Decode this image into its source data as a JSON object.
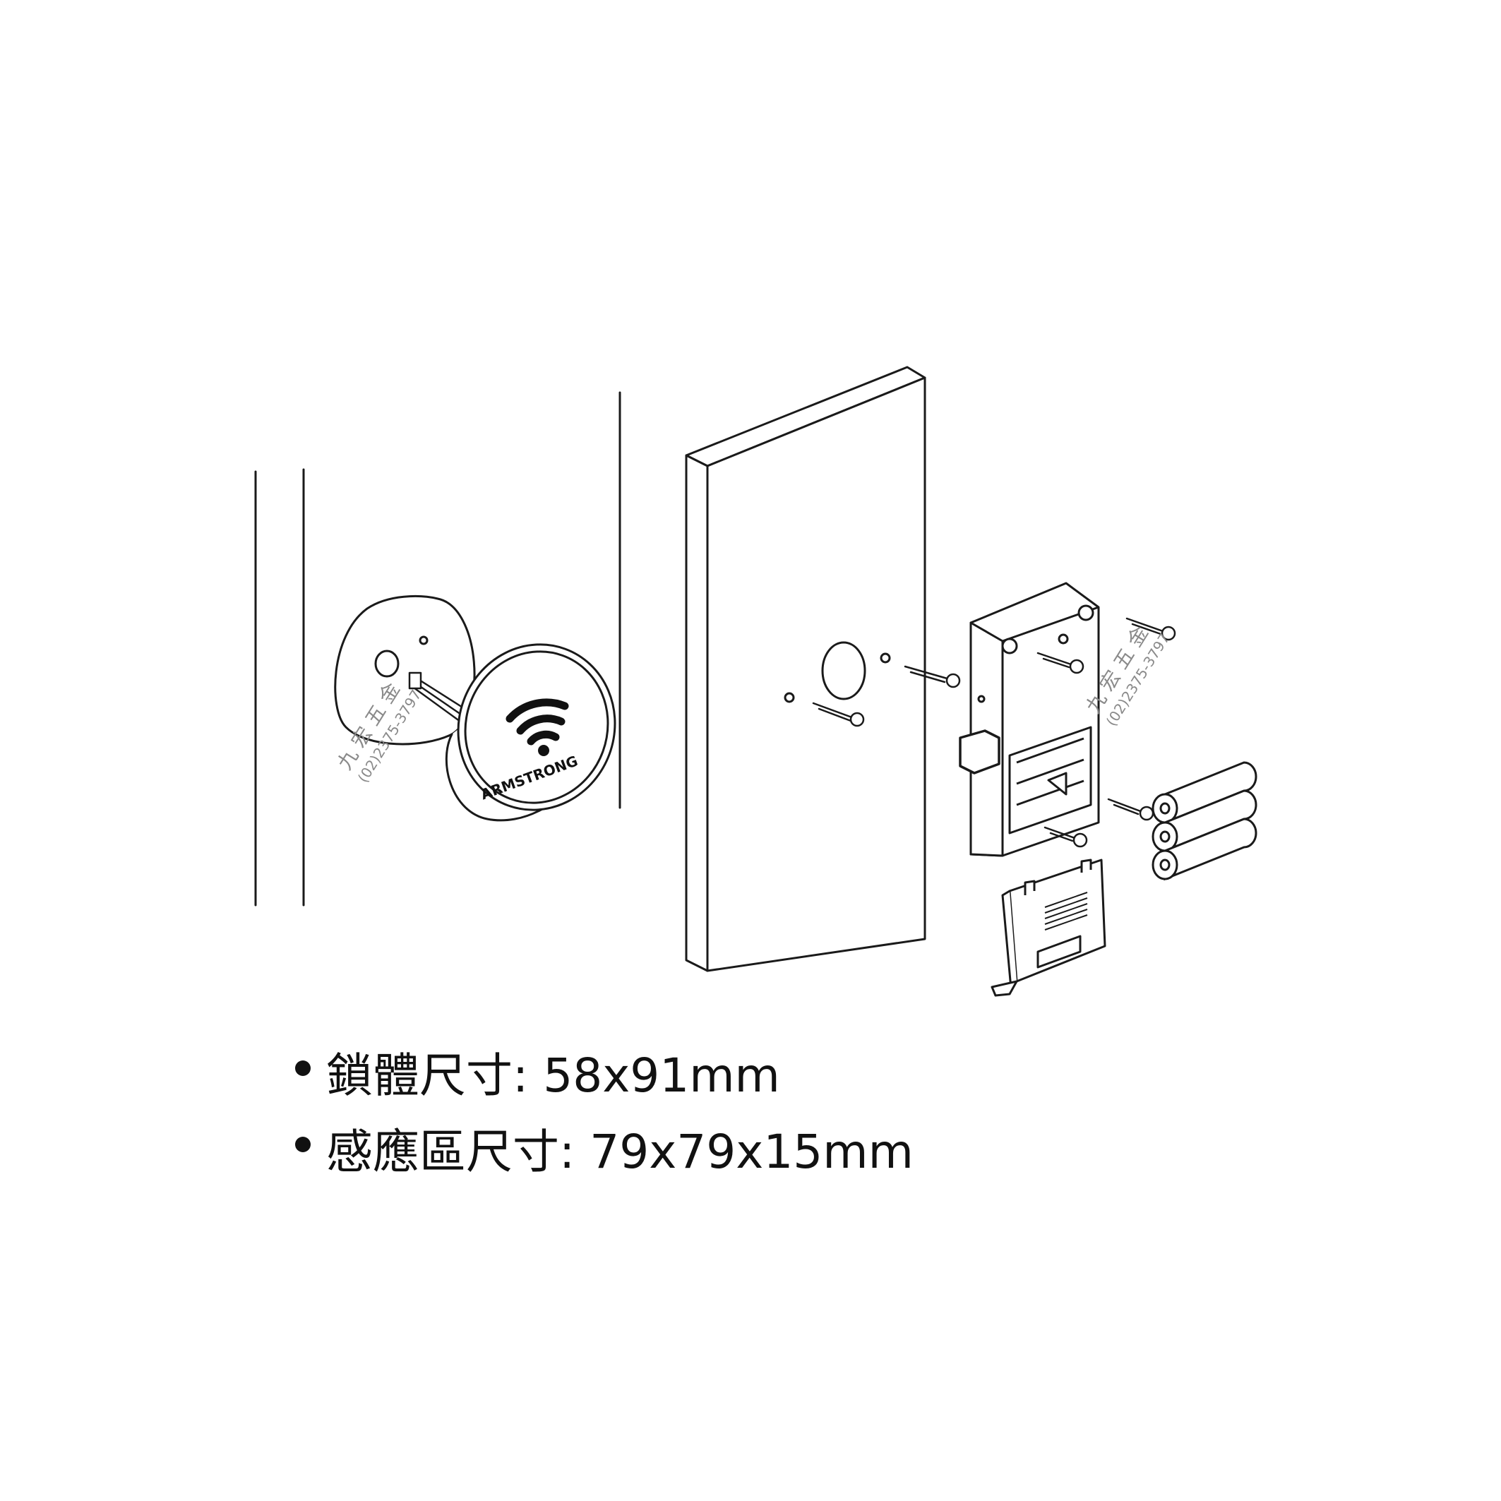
{
  "specs": [
    {
      "label": "鎖體尺寸:",
      "value": "58x91mm"
    },
    {
      "label": "感應區尺寸:",
      "value": "79x79x15mm"
    }
  ],
  "reader": {
    "brand": "ARMSTRONG"
  },
  "watermark": {
    "name": "九 宏 五 金",
    "phone": "(02)2375-3797"
  },
  "colors": {
    "line": "#1a1a1a",
    "fill": "#ffffff",
    "watermark": "#8a8a8a"
  }
}
